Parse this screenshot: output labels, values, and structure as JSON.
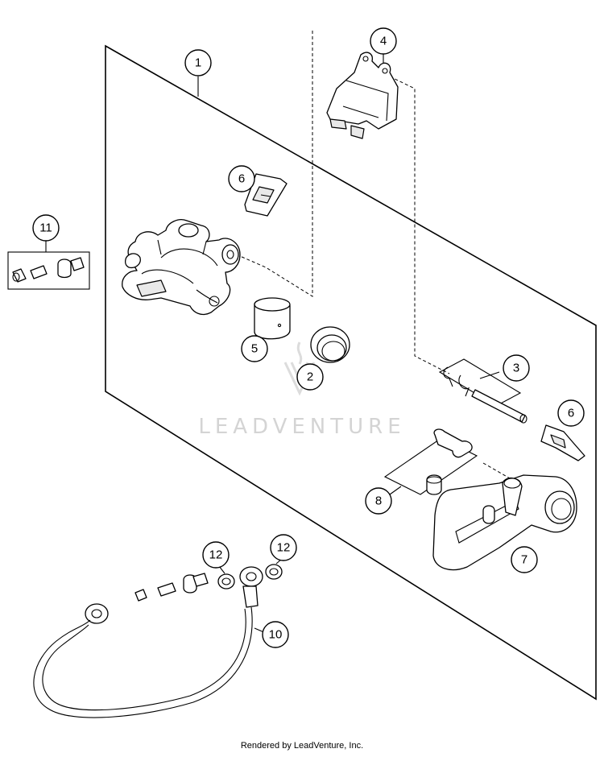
{
  "callouts": {
    "c1": "1",
    "c2": "2",
    "c3": "3",
    "c4": "4",
    "c5": "5",
    "c6a": "6",
    "c6b": "6",
    "c7": "7",
    "c8": "8",
    "c10": "10",
    "c11": "11",
    "c12a": "12",
    "c12b": "12"
  },
  "watermark": {
    "text": "LEADVENTURE"
  },
  "footer": {
    "credit": "Rendered by LeadVenture, Inc."
  }
}
